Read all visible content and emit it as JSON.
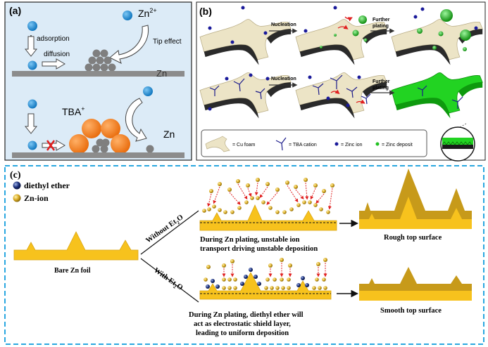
{
  "panel_a": {
    "label": "(a)",
    "zn_ion": "Zn",
    "zn_ion_sup": "2+",
    "adsorption": "adsorption",
    "diffusion": "diffusion",
    "tip_effect": "Tip effect",
    "zn_substrate": "Zn",
    "tba": "TBA",
    "tba_sup": "+",
    "zn_bottom": "Zn"
  },
  "panel_b": {
    "label": "(b)",
    "nucleation_1": "Nucleation",
    "further_plating_1a": "Further",
    "further_plating_1b": "plating",
    "nucleation_2": "Nucleation",
    "further_plating_2a": "Further",
    "further_plating_2b": "plating",
    "legend": {
      "cu_foam": "= Cu foam",
      "tba_cation": "= TBA cation",
      "zinc_ion": "= Zinc ion",
      "zinc_deposit": "= Zinc deposit"
    }
  },
  "panel_c": {
    "label": "(c)",
    "legend_ether": "diethyl ether",
    "legend_zn_ion": "Zn-ion",
    "bare_foil": "Bare Zn foil",
    "without_label": "Without Et",
    "without_sub": "2",
    "without_end": "O",
    "with_label": "With Et",
    "with_sub": "2",
    "with_end": "O",
    "without_caption_1": "During Zn plating, unstable ion",
    "without_caption_2": "transport driving unstable deposition",
    "rough": "Rough top surface",
    "with_caption_1": "During Zn plating, diethyl ether will",
    "with_caption_2": "act as electrostatic shield layer,",
    "with_caption_3": "leading to uniform deposition",
    "smooth": "Smooth top surface"
  },
  "colors": {
    "panel_a_bg": "#dcebf7",
    "zn_ion_blue": "#1e90d8",
    "tba_orange": "#f5801e",
    "deposit_gray": "#7f7f7f",
    "substrate_gray": "#8c8c8c",
    "cu_foam": "#e8e0c2",
    "zinc_deposit_green": "#1fc21f",
    "tba_cation_blue": "#1a1a8a",
    "zn_foil_yellow": "#f7c21d",
    "zn_foil_dark": "#c79a1a",
    "dashed_border": "#2aa7e0",
    "ion_red": "#e02020"
  }
}
